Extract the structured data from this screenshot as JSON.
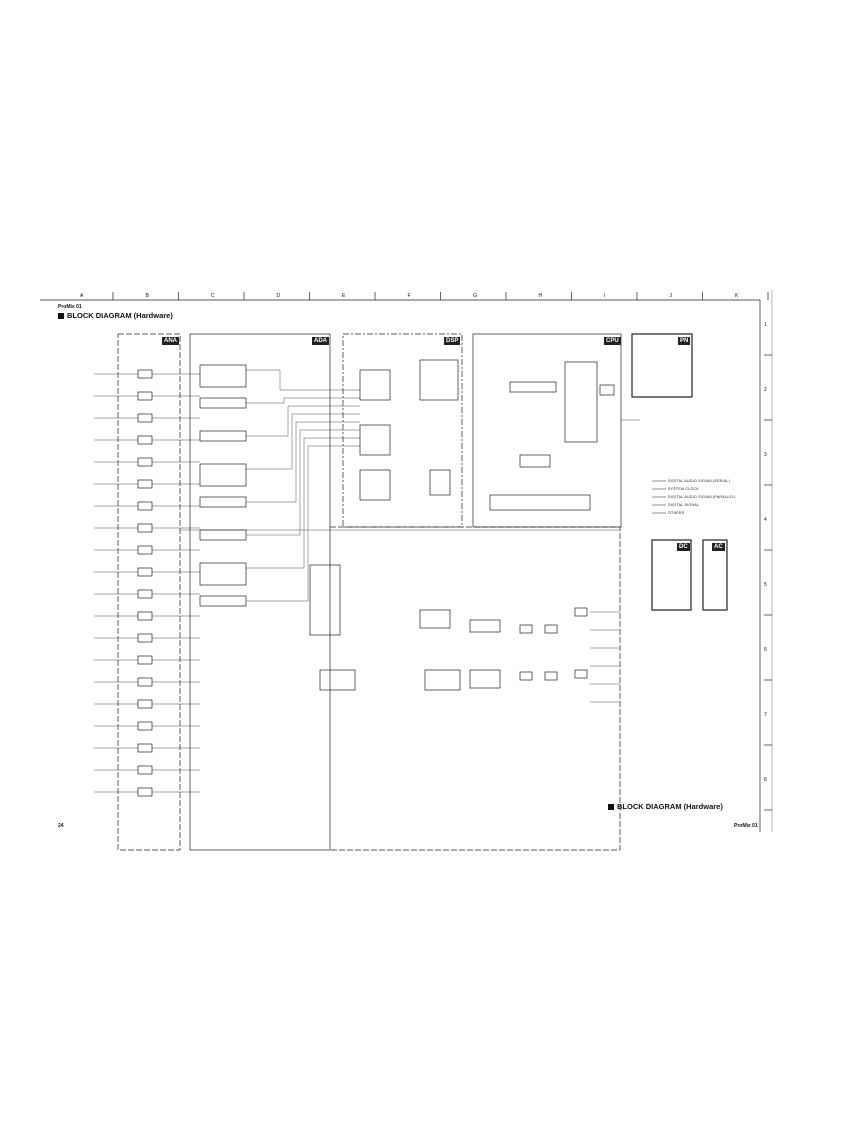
{
  "header": {
    "model": "ProMix 01",
    "title": "BLOCK DIAGRAM (Hardware)"
  },
  "footer": {
    "page": "24",
    "model": "ProMix 01",
    "title": "BLOCK DIAGRAM (Hardware)"
  },
  "columns": [
    "A",
    "B",
    "C",
    "D",
    "E",
    "F",
    "G",
    "H",
    "I",
    "J",
    "K"
  ],
  "rows": [
    "1",
    "2",
    "3",
    "4",
    "5",
    "6",
    "7",
    "8"
  ],
  "blocks": {
    "ana": "ANA",
    "ada": "ADA",
    "dsp": "DSP",
    "cpu": "CPU",
    "pn": "PN",
    "dc": "DC",
    "ac": "AC"
  },
  "legend": [
    "DIGITAL AUDIO SIGNAL(SERIAL)",
    "SYSTEM CLOCK",
    "DIGITAL AUDIO SIGNAL(PARALLEL)",
    "DIGITAL SIGNAL",
    "OTHERS"
  ]
}
